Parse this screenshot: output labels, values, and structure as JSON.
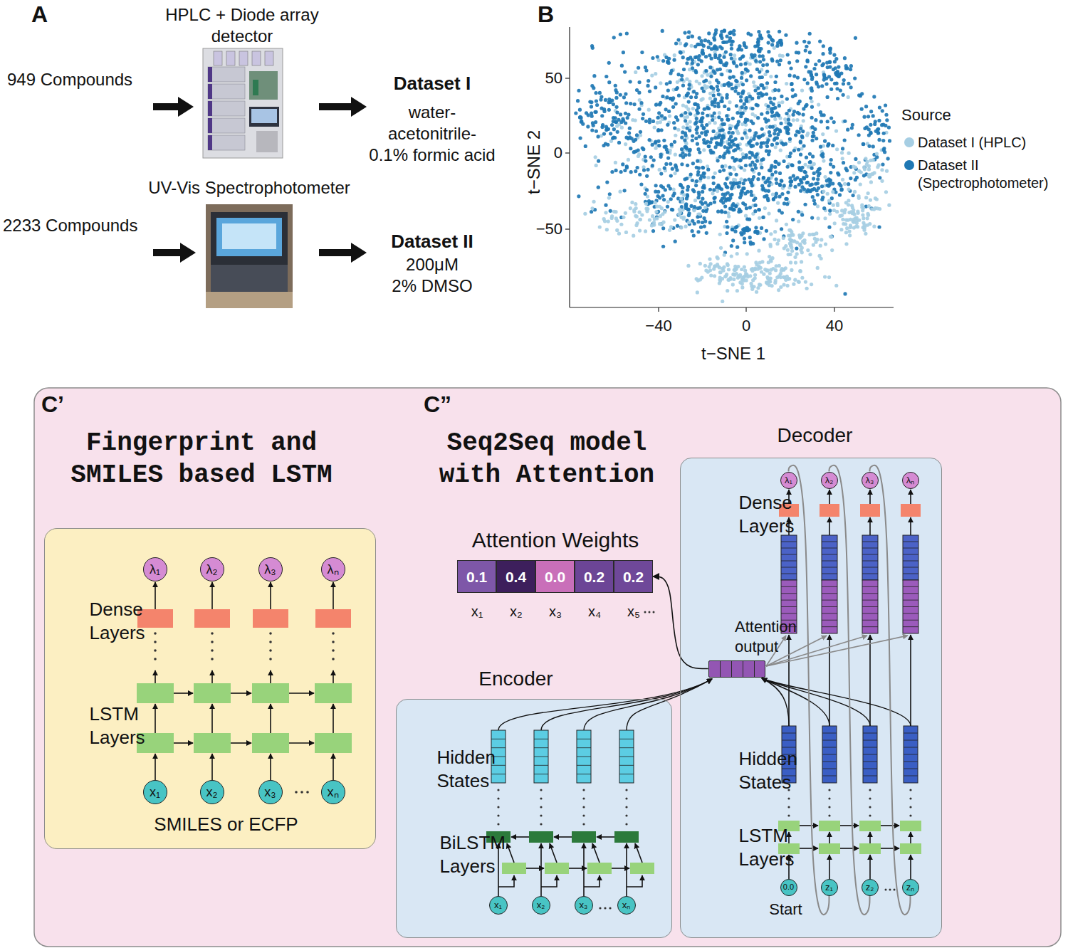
{
  "diagram": {
    "nodes": [
      {
        "text": [
          "Dense Layers",
          "LSTM Layers",
          "SMILES or ECFP"
        ]
      },
      {
        "text": [
          "λ₁"
        ],
        "in": 0
      },
      {
        "text": [
          "λ₂"
        ],
        "in": 0
      },
      {
        "text": [
          "λ₃"
        ],
        "in": 0
      },
      {
        "text": [
          "λₙ"
        ],
        "in": 0
      },
      {
        "text": [
          "x₁"
        ],
        "in": 0
      },
      {
        "text": [
          "x₂"
        ],
        "in": 0
      },
      {
        "text": [
          "x₃"
        ],
        "in": 0
      },
      {
        "text": [
          "xₙ"
        ],
        "in": 0
      },
      {
        "text": [
          "Attention Weights"
        ]
      },
      {
        "text": [
          "0.1"
        ],
        "in": 9
      },
      {
        "text": [
          "0.4"
        ],
        "in": 9
      },
      {
        "text": [
          "0.0"
        ],
        "in": 9
      },
      {
        "text": [
          "0.2"
        ],
        "in": 9
      },
      {
        "text": [
          "0.2"
        ],
        "in": 9
      },
      {
        "text": [
          "Encoder",
          "Hidden States",
          "BiLSTM Layers"
        ]
      },
      {
        "text": [
          "x₁"
        ],
        "in": 15
      },
      {
        "text": [
          "x₂"
        ],
        "in": 15
      },
      {
        "text": [
          "x₃"
        ],
        "in": 15
      },
      {
        "text": [
          "xₙ"
        ],
        "in": 15
      },
      {
        "text": [
          "Decoder",
          "Dense Layers",
          "Hidden States",
          "LSTM Layers",
          "Start"
        ]
      },
      {
        "text": [
          "λ₁"
        ],
        "in": 20
      },
      {
        "text": [
          "λ₂"
        ],
        "in": 20
      },
      {
        "text": [
          "λ₃"
        ],
        "in": 20
      },
      {
        "text": [
          "λₙ"
        ],
        "in": 20
      },
      {
        "text": [
          "Attention output"
        ],
        "in": 20
      },
      {
        "text": [
          "0.0"
        ],
        "in": 20
      },
      {
        "text": [
          "z₁"
        ],
        "in": 20
      },
      {
        "text": [
          "z₂"
        ],
        "in": 20
      },
      {
        "text": [
          "zₙ"
        ],
        "in": 20
      }
    ],
    "edges": [
      {
        "from": 25,
        "to": 9,
        "arrow": "to"
      },
      {
        "from": 21,
        "to": 27,
        "arrow": "none"
      },
      {
        "from": 22,
        "to": 28,
        "arrow": "none"
      },
      {
        "from": 23,
        "to": 29,
        "arrow": "none"
      }
    ],
    "labels": [
      "A",
      "HPLC + Diode array detector",
      "949 Compounds",
      "Dataset I",
      "water- acetonitrile- 0.1% formic acid",
      "UV-Vis Spectrophotometer",
      "2233 Compounds",
      "Dataset II",
      "200μM 2% DMSO",
      "B",
      "50",
      "0",
      "−50",
      "t−SNE 2",
      "−40",
      "0",
      "40",
      "t−SNE 1",
      "Source",
      "C’",
      "Fingerprint and SMILES based LSTM",
      "C”",
      "Seq2Seq model with Attention",
      "x₁",
      "x₂",
      "x₃",
      "x₄",
      "x₅"
    ],
    "legend": [
      {
        "text": "Dataset I (HPLC)",
        "color": "#a6cee3"
      },
      {
        "text": "Dataset II (Spectrophotometer)",
        "color": "#1f78b4"
      }
    ]
  }
}
